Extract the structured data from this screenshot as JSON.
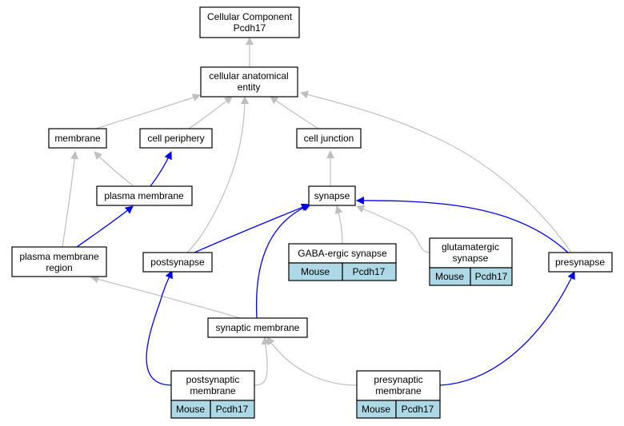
{
  "colors": {
    "is_a_edge": "#bfbfbf",
    "part_of_edge": "#0000ee",
    "node_fill": "#ffffff",
    "annotation_fill": "#add8e6",
    "border": "#000000"
  },
  "nodes": {
    "root": {
      "line1": "Cellular Component",
      "line2": "Pcdh17"
    },
    "cae": {
      "line1": "cellular anatomical",
      "line2": "entity"
    },
    "membrane": {
      "label": "membrane"
    },
    "cell_periphery": {
      "label": "cell periphery"
    },
    "cell_junction": {
      "label": "cell junction"
    },
    "plasma_membrane": {
      "label": "plasma membrane"
    },
    "synapse": {
      "label": "synapse"
    },
    "pm_region": {
      "line1": "plasma membrane",
      "line2": "region"
    },
    "postsynapse": {
      "label": "postsynapse"
    },
    "gaba": {
      "label": "GABA-ergic synapse",
      "organism": "Mouse",
      "gene": "Pcdh17"
    },
    "glut": {
      "line1": "glutamatergic",
      "line2": "synapse",
      "organism": "Mouse",
      "gene": "Pcdh17"
    },
    "presynapse": {
      "label": "presynapse"
    },
    "syn_membrane": {
      "label": "synaptic membrane"
    },
    "postsyn_membrane": {
      "line1": "postsynaptic",
      "line2": "membrane",
      "organism": "Mouse",
      "gene": "Pcdh17"
    },
    "presyn_membrane": {
      "line1": "presynaptic",
      "line2": "membrane",
      "organism": "Mouse",
      "gene": "Pcdh17"
    }
  }
}
